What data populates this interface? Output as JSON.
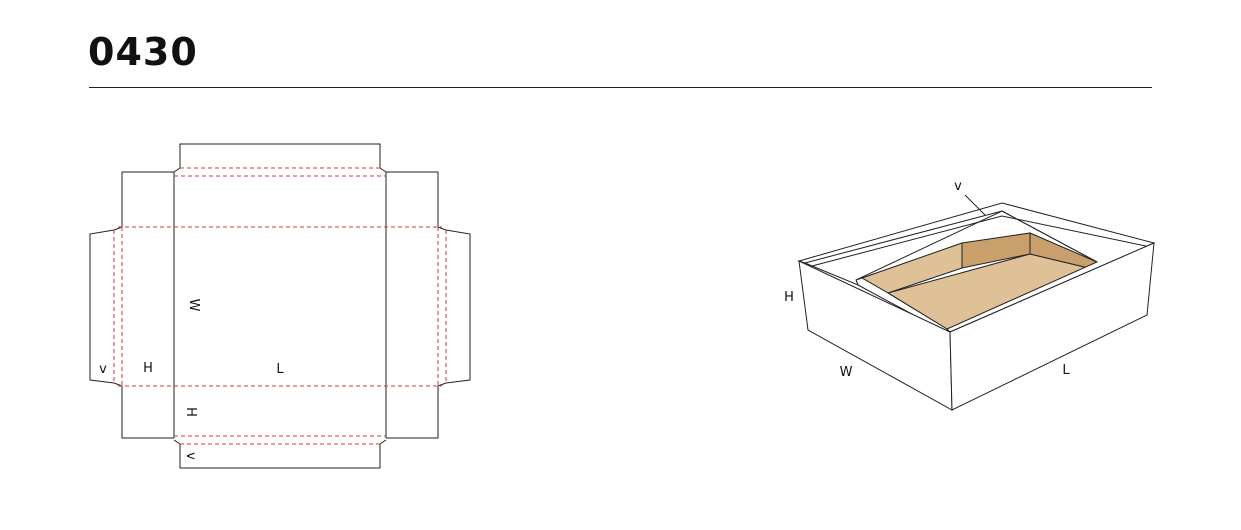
{
  "title": "0430",
  "flat_layout": {
    "labels": {
      "v": "v",
      "h": "H",
      "l": "L",
      "w": "W",
      "h_bottom": "H",
      "v_bottom": "v"
    }
  },
  "box_3d": {
    "labels": {
      "v": "v",
      "h": "H",
      "w": "W",
      "l": "L"
    }
  },
  "colors": {
    "outline": "#222222",
    "crease": "#d23a3a",
    "board_light": "#dfc197",
    "board_dark": "#c9a06c"
  }
}
